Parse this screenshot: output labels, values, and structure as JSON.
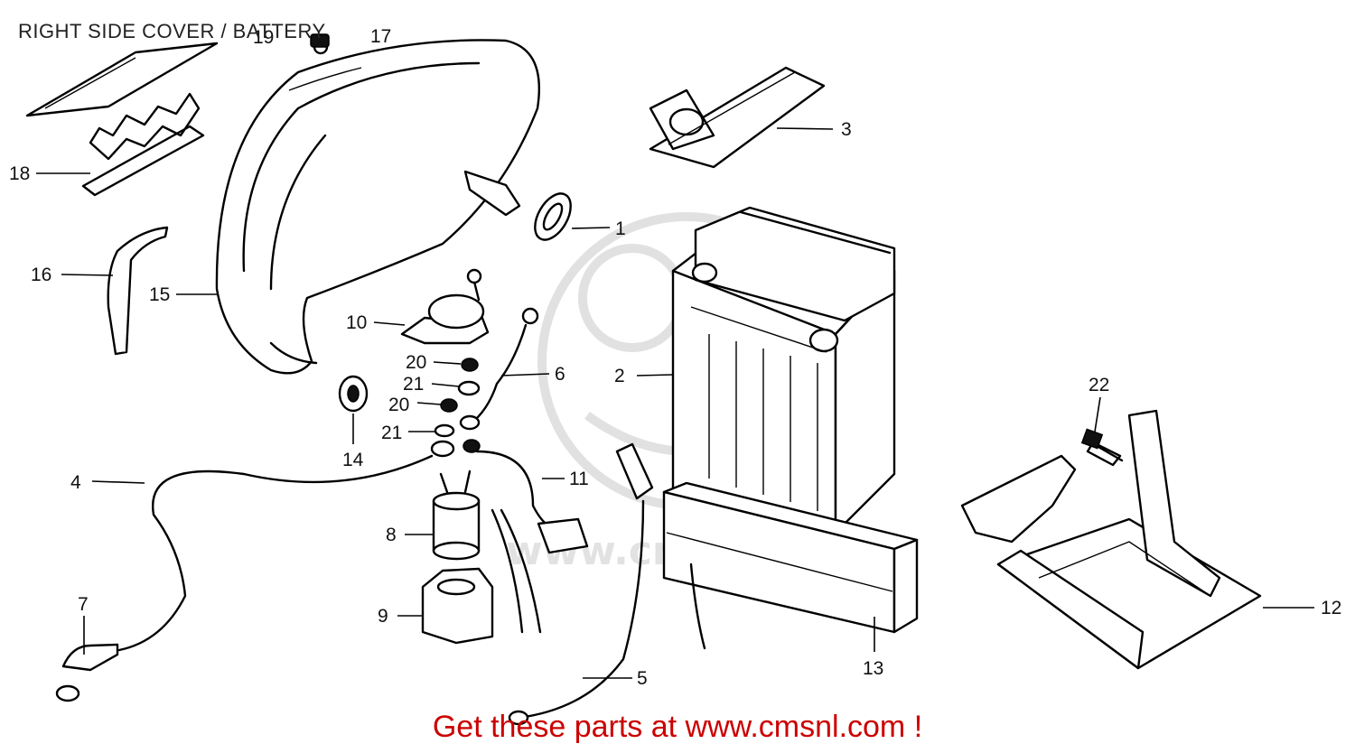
{
  "title": "RIGHT SIDE COVER / BATTERY",
  "banner": {
    "text": "Get these parts at www.cmsnl.com !",
    "color": "#cc0000"
  },
  "watermark": {
    "text": "www.cmsnl.com",
    "color": "#cfcfcf"
  },
  "callouts": [
    {
      "id": "1",
      "label": "1"
    },
    {
      "id": "2",
      "label": "2"
    },
    {
      "id": "3",
      "label": "3"
    },
    {
      "id": "4",
      "label": "4"
    },
    {
      "id": "5",
      "label": "5"
    },
    {
      "id": "6",
      "label": "6"
    },
    {
      "id": "7",
      "label": "7"
    },
    {
      "id": "8",
      "label": "8"
    },
    {
      "id": "9",
      "label": "9"
    },
    {
      "id": "10",
      "label": "10"
    },
    {
      "id": "11",
      "label": "11"
    },
    {
      "id": "12",
      "label": "12"
    },
    {
      "id": "13",
      "label": "13"
    },
    {
      "id": "14",
      "label": "14"
    },
    {
      "id": "15",
      "label": "15"
    },
    {
      "id": "16",
      "label": "16"
    },
    {
      "id": "17",
      "label": "17"
    },
    {
      "id": "18",
      "label": "18"
    },
    {
      "id": "19",
      "label": "19"
    },
    {
      "id": "20a",
      "label": "20"
    },
    {
      "id": "20b",
      "label": "20"
    },
    {
      "id": "21a",
      "label": "21"
    },
    {
      "id": "21b",
      "label": "21"
    },
    {
      "id": "22",
      "label": "22"
    }
  ]
}
